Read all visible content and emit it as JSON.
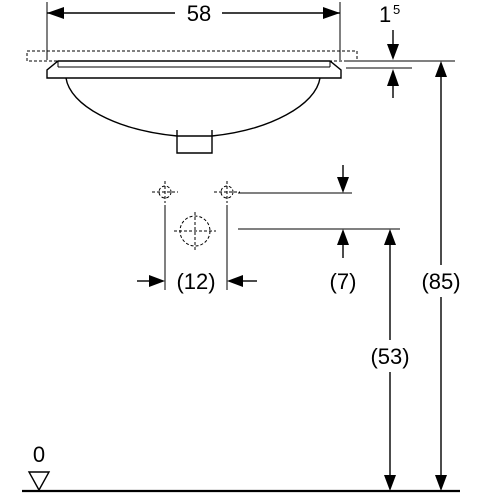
{
  "dimensions": {
    "width": "58",
    "rim_thickness_base": "1",
    "rim_thickness_sup": "5",
    "tap_spacing": "(12)",
    "tap_height": "(7)",
    "total_height": "(85)",
    "outlet_height": "(53)",
    "floor_level": "0"
  }
}
